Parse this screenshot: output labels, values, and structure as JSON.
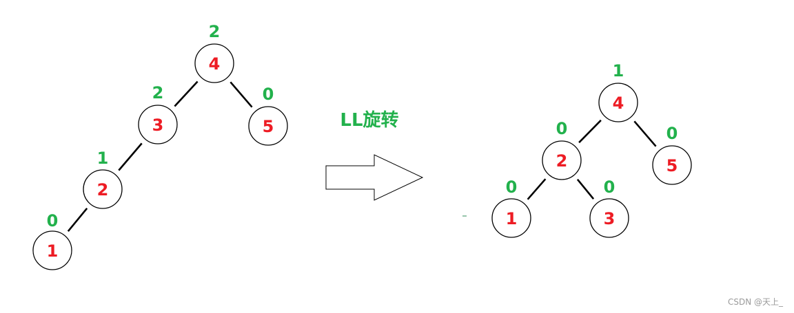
{
  "colors": {
    "node_value": "#ed1c24",
    "balance_factor": "#22b14c",
    "rotation_label": "#22b14c",
    "outline": "#000000",
    "watermark": "#9a9a9a"
  },
  "rotation_label": "LL旋转",
  "watermark": "CSDN @天上_",
  "before": {
    "nodes": [
      {
        "id": "b4",
        "value": "4",
        "bf": "2"
      },
      {
        "id": "b3",
        "value": "3",
        "bf": "2"
      },
      {
        "id": "b5",
        "value": "5",
        "bf": "0"
      },
      {
        "id": "b2",
        "value": "2",
        "bf": "1"
      },
      {
        "id": "b1",
        "value": "1",
        "bf": "0"
      }
    ],
    "edges": [
      [
        "b4",
        "b3"
      ],
      [
        "b4",
        "b5"
      ],
      [
        "b3",
        "b2"
      ],
      [
        "b2",
        "b1"
      ]
    ]
  },
  "after": {
    "nodes": [
      {
        "id": "a4",
        "value": "4",
        "bf": "1"
      },
      {
        "id": "a2",
        "value": "2",
        "bf": "0"
      },
      {
        "id": "a5",
        "value": "5",
        "bf": "0"
      },
      {
        "id": "a1",
        "value": "1",
        "bf": "0"
      },
      {
        "id": "a3",
        "value": "3",
        "bf": "0"
      }
    ],
    "edges": [
      [
        "a4",
        "a2"
      ],
      [
        "a4",
        "a5"
      ],
      [
        "a2",
        "a1"
      ],
      [
        "a2",
        "a3"
      ]
    ]
  }
}
